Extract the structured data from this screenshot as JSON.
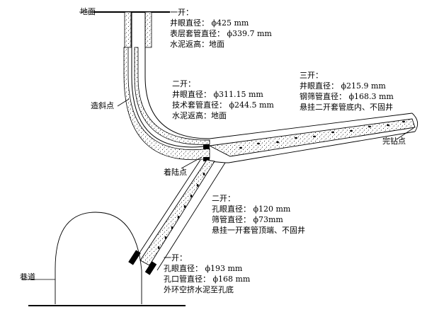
{
  "labels": {
    "ground": "地面",
    "kickoff_point": "造斜点",
    "landing_point": "着陆点",
    "completion_point": "完钻点",
    "roadway": "巷道"
  },
  "well_section_1": {
    "title": "一开：",
    "lines": [
      "井眼直径：  ϕ425 mm",
      "表层套管直径：  ϕ339.7 mm",
      "水泥返高：地面"
    ]
  },
  "well_section_2": {
    "title": "二开：",
    "lines": [
      "井眼直径：  ϕ311.15 mm",
      "技术套管直径：  ϕ244.5 mm",
      "水泥返高：地面"
    ]
  },
  "well_section_3": {
    "title": "三开：",
    "lines": [
      "井眼直径：  ϕ215.9 mm",
      "钢筛管直径：  ϕ168.3 mm",
      "悬挂二开套管底内、不固井"
    ]
  },
  "borehole_section_2": {
    "title": "二开：",
    "lines": [
      "孔眼直径：  ϕ120 mm",
      "筛管直径：  ϕ73mm",
      "悬挂一开套管顶端、不固井"
    ]
  },
  "borehole_section_1": {
    "title": "一开：",
    "lines": [
      "孔眼直径：  ϕ193 mm",
      "孔口管直径：  ϕ168 mm",
      "外环空挤水泥至孔底"
    ]
  }
}
